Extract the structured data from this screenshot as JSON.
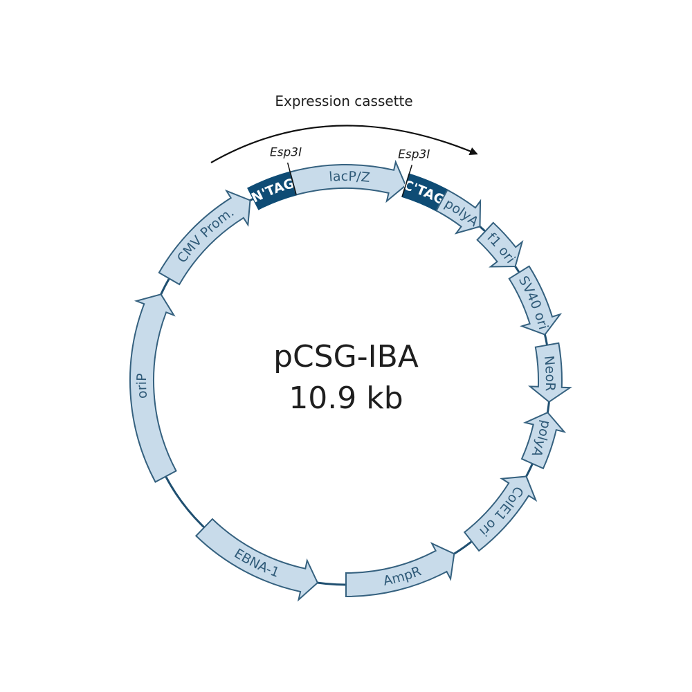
{
  "plasmid": {
    "name": "pCSG-IBA",
    "size": "10.9 kb"
  },
  "cassette": {
    "label": "Expression cassette"
  },
  "sites": [
    {
      "name": "Esp3I"
    },
    {
      "name": "Esp3I"
    }
  ],
  "features": [
    {
      "id": "n-tag",
      "label": "N'TAG",
      "kind": "tag"
    },
    {
      "id": "lacpz",
      "label": "lacP/Z",
      "kind": "arrow"
    },
    {
      "id": "c-tag",
      "label": "C'TAG",
      "kind": "tag"
    },
    {
      "id": "polya-1",
      "label": "polyA",
      "kind": "arrow"
    },
    {
      "id": "f1-ori",
      "label": "f1 ori",
      "kind": "arrow"
    },
    {
      "id": "sv40-ori",
      "label": "SV40 ori",
      "kind": "arrow"
    },
    {
      "id": "neor",
      "label": "NeoR",
      "kind": "arrow"
    },
    {
      "id": "polya-2",
      "label": "polyA",
      "kind": "arrow"
    },
    {
      "id": "cole1-ori",
      "label": "ColE1 ori",
      "kind": "arrow"
    },
    {
      "id": "ampr",
      "label": "AmpR",
      "kind": "arrow"
    },
    {
      "id": "ebna-1",
      "label": "EBNA-1",
      "kind": "arrow"
    },
    {
      "id": "orip",
      "label": "oriP",
      "kind": "arrow"
    },
    {
      "id": "cmv-prom",
      "label": "CMV Prom.",
      "kind": "arrow"
    }
  ],
  "colors": {
    "backbone": "#1f4f70",
    "feature_fill": "#c8dbea",
    "feature_stroke": "#35617f",
    "tag_fill": "#0f4c75"
  }
}
